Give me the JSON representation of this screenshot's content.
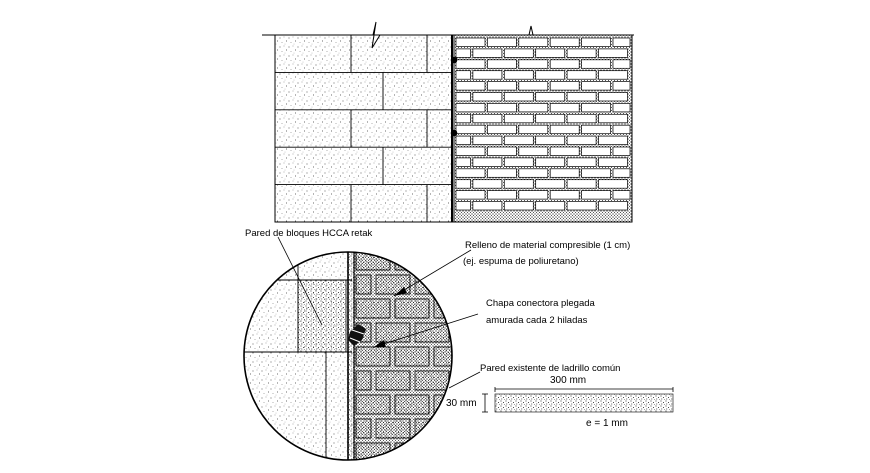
{
  "labels": {
    "hcca_wall": "Pared de bloques HCCA retak",
    "fill_line1": "Relleno de material compresible (1 cm)",
    "fill_line2": "(ej. espuma de poliuretano)",
    "connector_line1": "Chapa conectora plegada",
    "connector_line2": "amurada cada 2 hiladas",
    "existing_wall": "Pared existente de ladrillo común"
  },
  "connector_plate": {
    "length": "300 mm",
    "height": "30 mm",
    "thickness": "e = 1 mm"
  }
}
